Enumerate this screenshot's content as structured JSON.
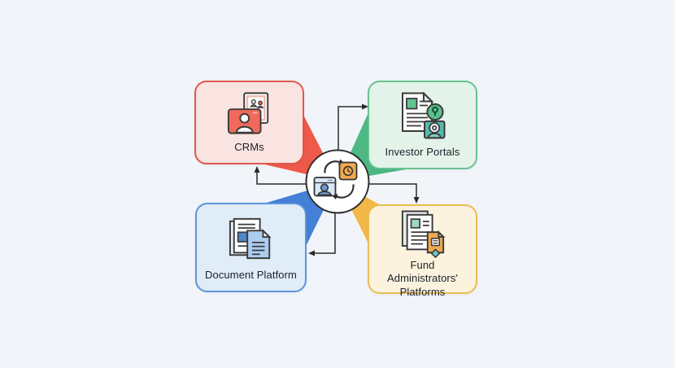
{
  "diagram_title": "",
  "background_color": "#f1f5fa",
  "connector_color": "#2b2b2b",
  "center": {
    "icon": "data-sync-exchange-icon",
    "circle_fill": "#ffffff",
    "circle_border": "#2e2e2e"
  },
  "nodes": [
    {
      "id": "crms",
      "label": "CRMs",
      "icon": "crm-contact-cards-icon",
      "box_fill": "#fae4e1",
      "box_border": "#e0584b",
      "wedge_color": "#ee594a"
    },
    {
      "id": "investor-portals",
      "label": "Investor Portals",
      "icon": "investor-document-profile-icon",
      "box_fill": "#e4f3ea",
      "box_border": "#68c290",
      "wedge_color": "#4cb982"
    },
    {
      "id": "document-platform",
      "label": "Document Platform",
      "icon": "stacked-documents-icon",
      "box_fill": "#e0ecf8",
      "box_border": "#5c95da",
      "wedge_color": "#4380d6"
    },
    {
      "id": "fund-administrators-platforms",
      "label": "Fund Administrators' Platforms",
      "icon": "fund-report-download-icon",
      "box_fill": "#fbf3de",
      "box_border": "#edbc52",
      "wedge_color": "#f2b845"
    }
  ]
}
